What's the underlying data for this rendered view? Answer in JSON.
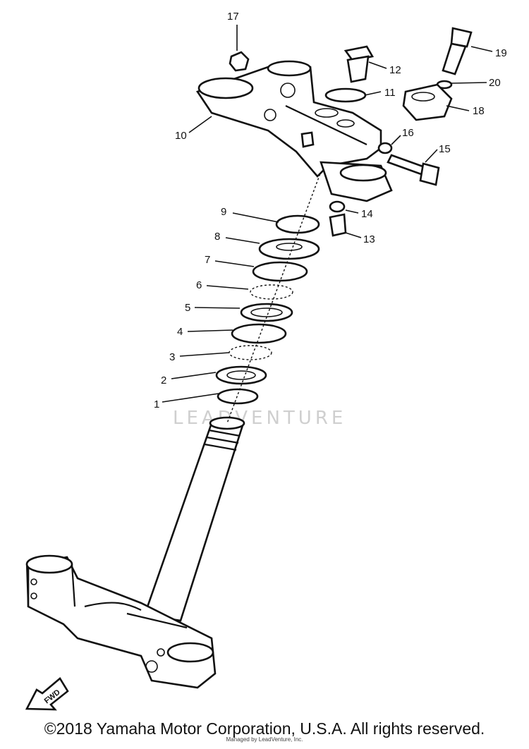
{
  "diagram": {
    "callouts": [
      {
        "id": "label-17",
        "text": "17"
      },
      {
        "id": "label-12",
        "text": "12"
      },
      {
        "id": "label-19",
        "text": "19"
      },
      {
        "id": "label-20",
        "text": "20"
      },
      {
        "id": "label-11",
        "text": "11"
      },
      {
        "id": "label-18",
        "text": "18"
      },
      {
        "id": "label-10",
        "text": "10"
      },
      {
        "id": "label-16",
        "text": "16"
      },
      {
        "id": "label-15",
        "text": "15"
      },
      {
        "id": "label-14",
        "text": "14"
      },
      {
        "id": "label-13",
        "text": "13"
      },
      {
        "id": "label-9",
        "text": "9"
      },
      {
        "id": "label-8",
        "text": "8"
      },
      {
        "id": "label-7",
        "text": "7"
      },
      {
        "id": "label-6",
        "text": "6"
      },
      {
        "id": "label-5",
        "text": "5"
      },
      {
        "id": "label-4",
        "text": "4"
      },
      {
        "id": "label-3",
        "text": "3"
      },
      {
        "id": "label-2",
        "text": "2"
      },
      {
        "id": "label-1",
        "text": "1"
      }
    ],
    "fwd_marker": "FWD",
    "watermark": "LEADVENTURE"
  },
  "footer": {
    "copyright": "©2018 Yamaha Motor Corporation, U.S.A. All rights reserved.",
    "note": "Managed by LeadVenture, Inc."
  }
}
